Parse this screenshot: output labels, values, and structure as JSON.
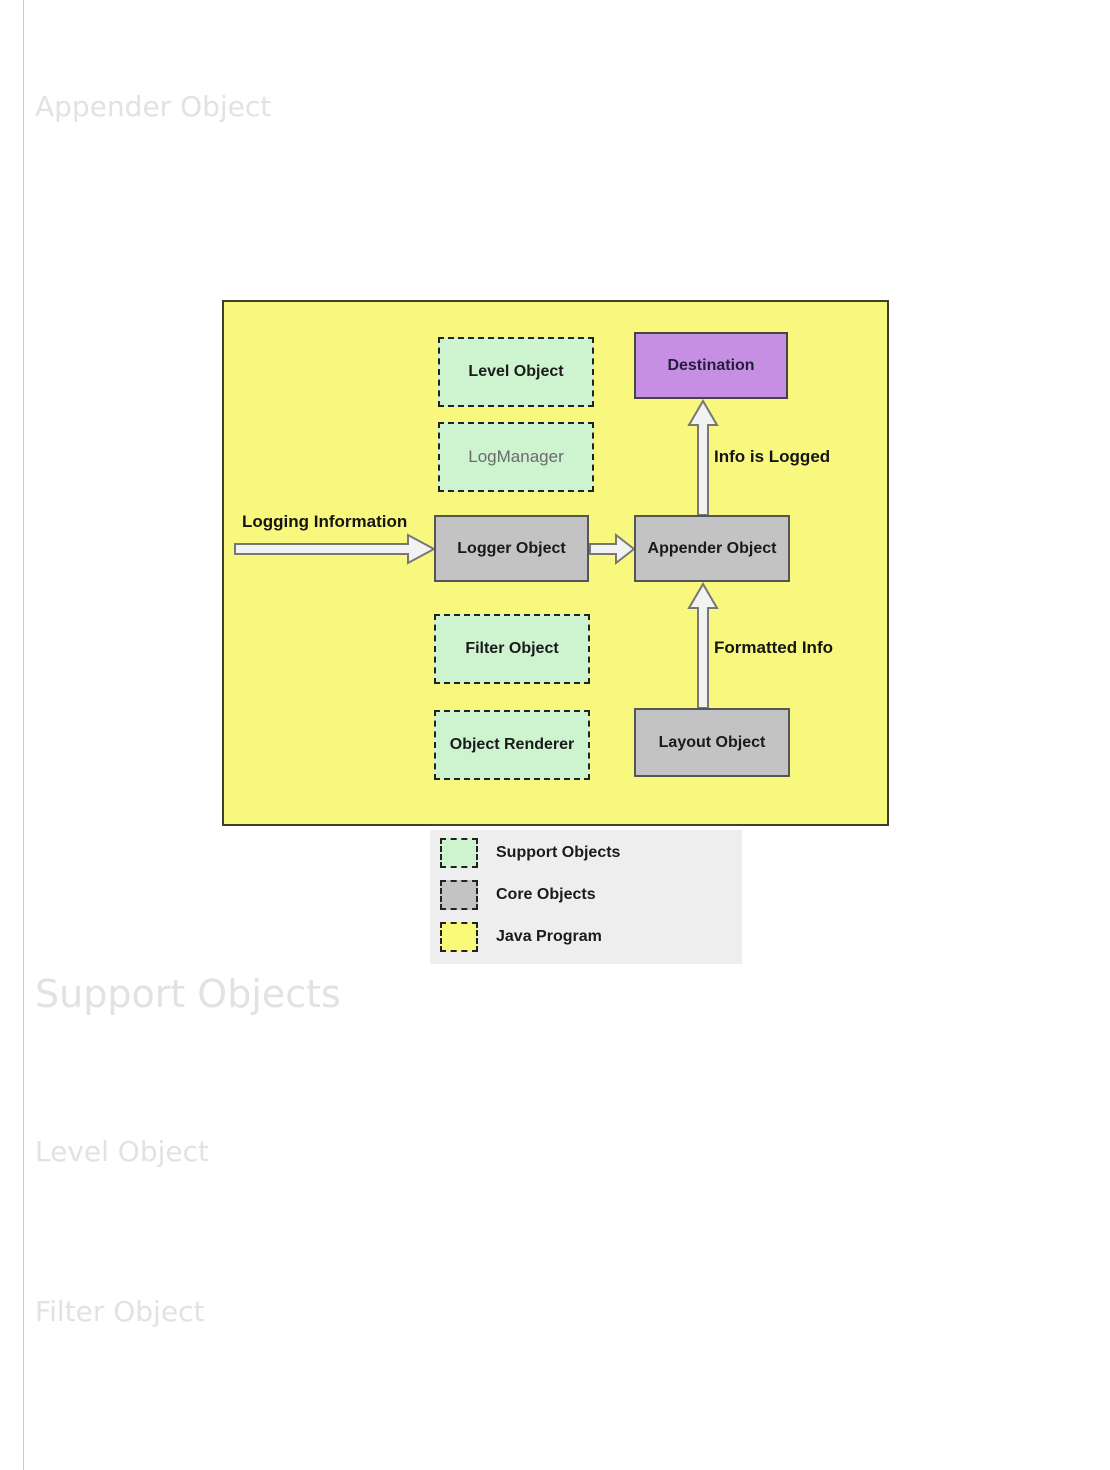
{
  "page": {
    "headings": {
      "appender": "Appender Object",
      "support": "Support Objects",
      "level": "Level Object",
      "filter": "Filter Object"
    }
  },
  "diagram": {
    "nodes": {
      "level": "Level Object",
      "logmanager": "LogManager",
      "destination": "Destination",
      "logger": "Logger Object",
      "appender": "Appender Object",
      "filter": "Filter Object",
      "renderer": "Object Renderer",
      "layout": "Layout Object"
    },
    "edges": {
      "logging_information": "Logging Information",
      "info_is_logged": "Info is Logged",
      "formatted_info": "Formatted Info"
    },
    "legend": {
      "items": [
        {
          "label": "Support Objects",
          "color": "#CDF3CF"
        },
        {
          "label": "Core Objects",
          "color": "#C3C3C3"
        },
        {
          "label": "Java Program",
          "color": "#FAFA7A"
        }
      ]
    },
    "colors": {
      "java_program_bg": "#F8F87E",
      "support_bg": "#CDF3CF",
      "core_bg": "#C3C3C3",
      "destination_bg": "#C78FE3",
      "arrow_fill": "#F2F2F2",
      "arrow_stroke": "#777777",
      "heading_text": "#E2E2E2"
    }
  }
}
